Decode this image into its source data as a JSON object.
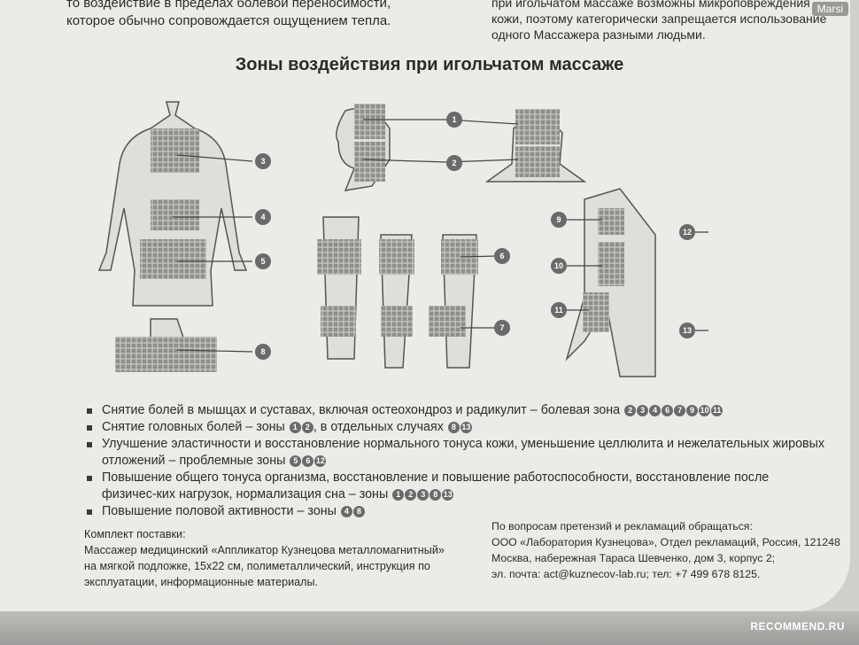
{
  "top_left_lines": [
    "то воздействие в пределах болевой переносимости,",
    "которое обычно сопровождается ощущением тепла."
  ],
  "top_right_lines": [
    "при игольчатом массаже возможны микроповреждения",
    "кожи, поэтому категорически запрещается использование",
    "одного Массажера разными людьми."
  ],
  "watermark": "Marsi",
  "title": "Зоны воздействия при игольчатом массаже",
  "zones": [
    "1",
    "2",
    "3",
    "4",
    "5",
    "6",
    "7",
    "8",
    "9",
    "10",
    "11",
    "12",
    "13"
  ],
  "bullets": [
    {
      "text": "Снятие болей в мышцах и суставах, включая остеохондроз и радикулит – болевая зона",
      "nums": [
        "2",
        "3",
        "4",
        "6",
        "7",
        "9",
        "10",
        "11"
      ],
      "text2": "",
      "nums2": []
    },
    {
      "text": "Снятие головных болей – зоны",
      "nums": [
        "1",
        "2"
      ],
      "text2": ", в отдельных случаях",
      "nums2": [
        "8",
        "13"
      ]
    },
    {
      "text": "Улучшение эластичности и восстановление нормального тонуса кожи, уменьшение целлюлита и нежелательных жировых отложений – проблемные зоны",
      "nums": [
        "5",
        "6",
        "12"
      ],
      "text2": "",
      "nums2": []
    },
    {
      "text": "Повышение общего тонуса организма, восстановление и повышение работоспособности, восстановление после физичес-ких нагрузок, нормализация сна – зоны",
      "nums": [
        "1",
        "2",
        "3",
        "8",
        "13"
      ],
      "text2": "",
      "nums2": []
    },
    {
      "text": "Повышение половой активности – зоны",
      "nums": [
        "4",
        "8"
      ],
      "text2": "",
      "nums2": []
    }
  ],
  "kit_lines": [
    "Комплект поставки:",
    "Массажер медицинский «Аппликатор Кузнецова металломагнитный»",
    "на мягкой подложке, 15x22 см, полиметаллический, инструкция по",
    "эксплуатации, информационные материалы."
  ],
  "contact_lines": [
    "По вопросам претензий и рекламаций обращаться:",
    "ООО «Лаборатория Кузнецова», Отдел рекламаций, Россия, 121248",
    "Москва, набережная Тараса Шевченко, дом 3, корпус 2;",
    "эл. почта: act@kuznecov-lab.ru;  тел: +7 499 678 8125."
  ],
  "recommend": "RECOMMEND.RU"
}
